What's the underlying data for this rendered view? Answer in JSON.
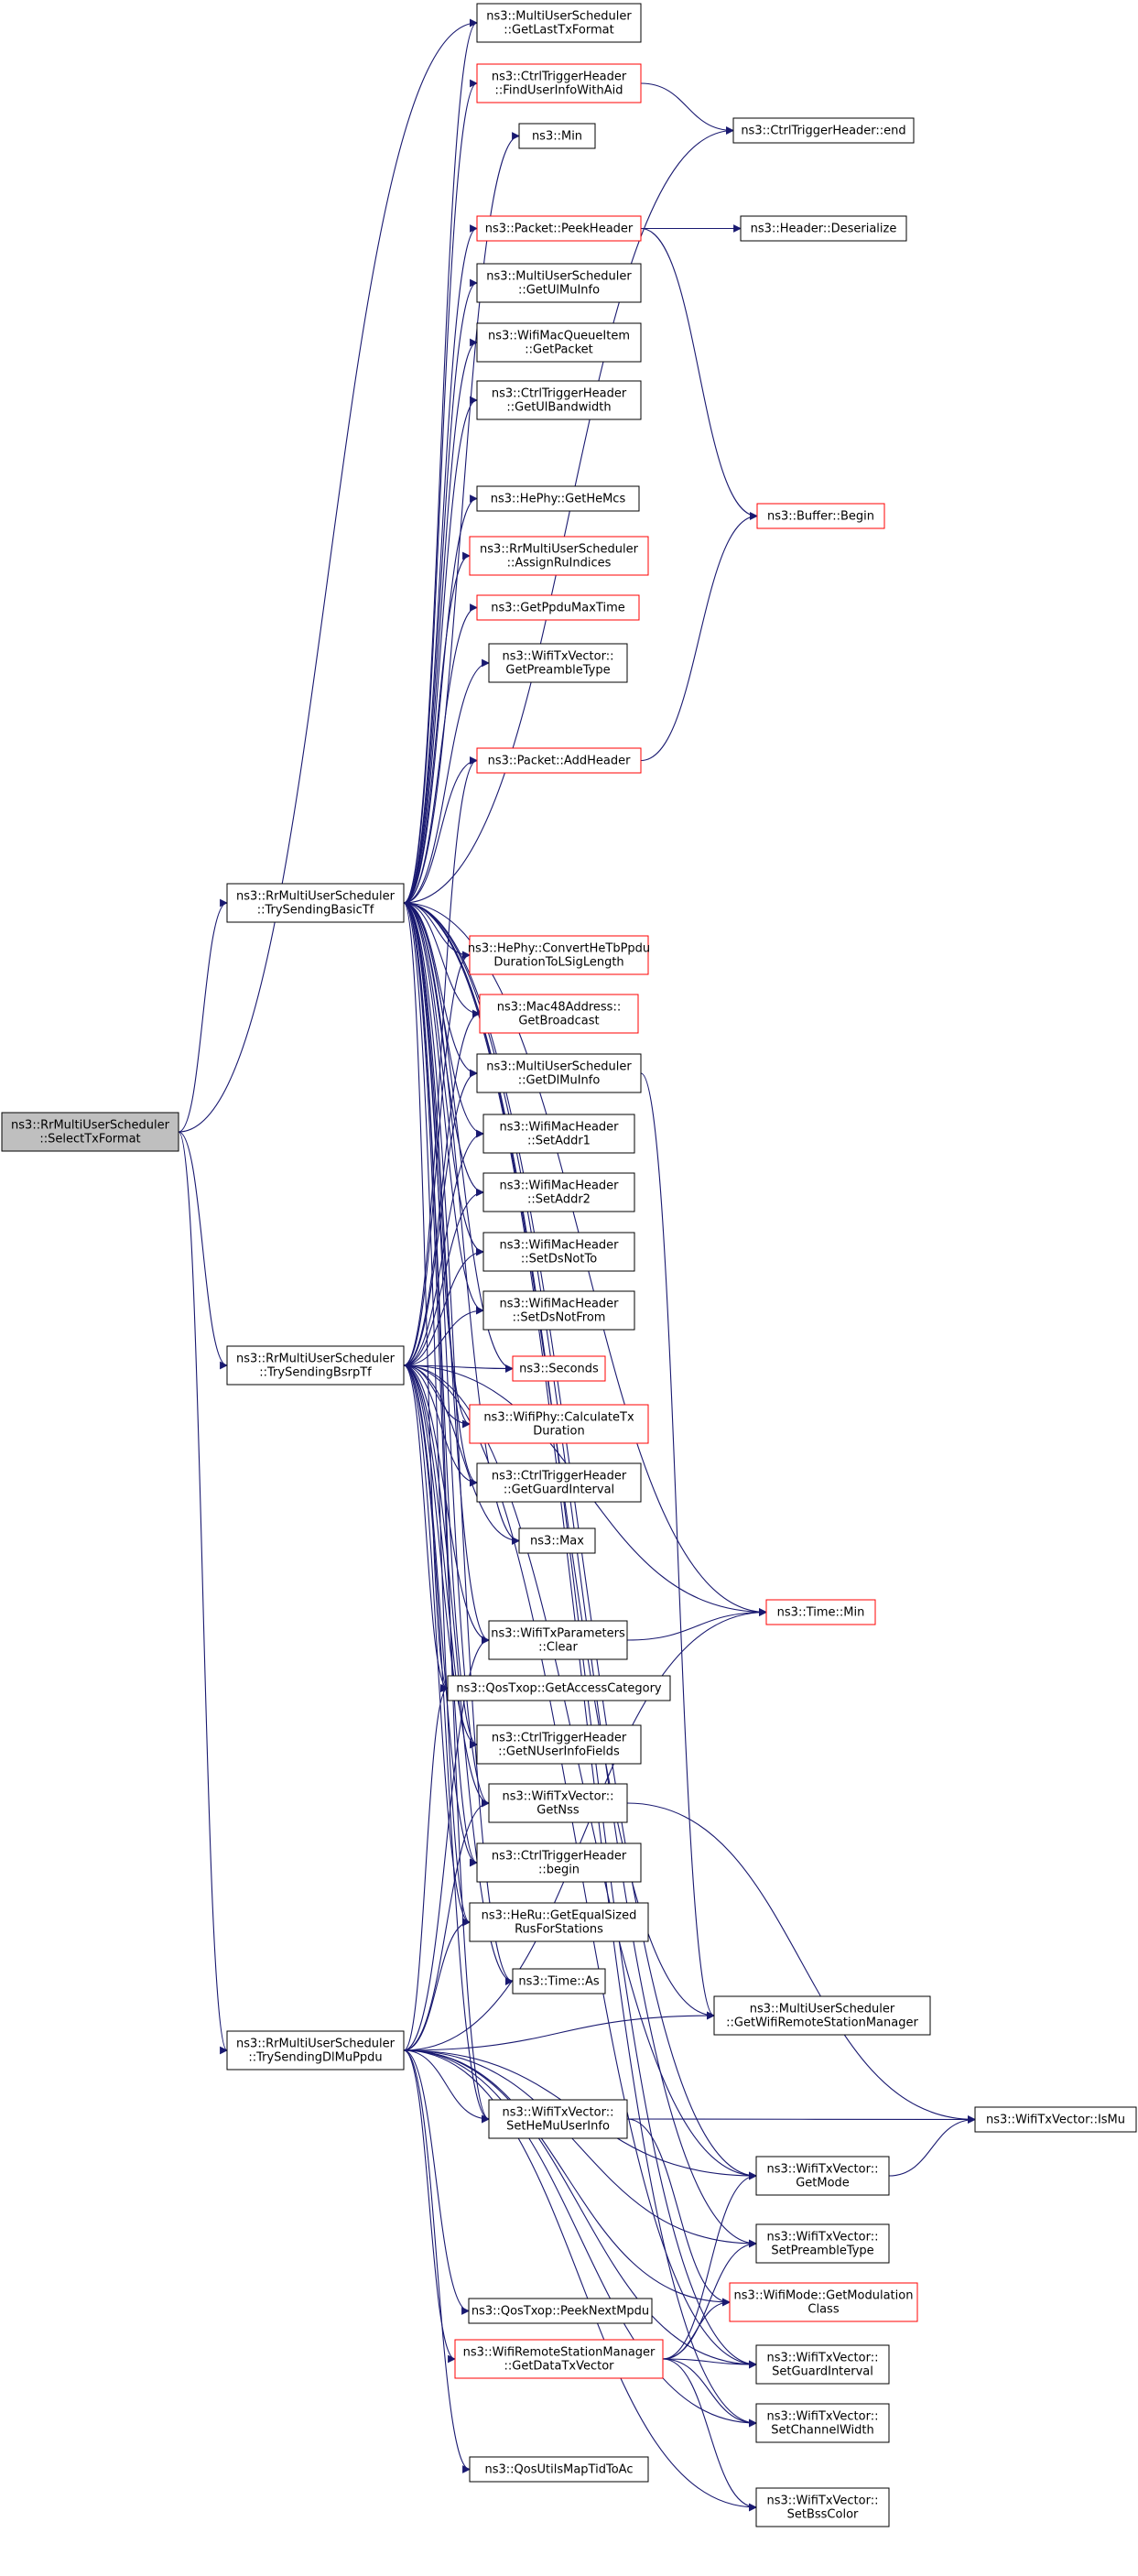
{
  "diagram": {
    "nodes": [
      {
        "id": "root",
        "lines": [
          "ns3::RrMultiUserScheduler",
          "::SelectTxFormat"
        ],
        "style": "root"
      },
      {
        "id": "basic",
        "lines": [
          "ns3::RrMultiUserScheduler",
          "::TrySendingBasicTf"
        ],
        "style": "plain"
      },
      {
        "id": "bsrp",
        "lines": [
          "ns3::RrMultiUserScheduler",
          "::TrySendingBsrpTf"
        ],
        "style": "plain"
      },
      {
        "id": "dlmu",
        "lines": [
          "ns3::RrMultiUserScheduler",
          "::TrySendingDlMuPpdu"
        ],
        "style": "plain"
      },
      {
        "id": "getLastTxFormat",
        "lines": [
          "ns3::MultiUserScheduler",
          "::GetLastTxFormat"
        ],
        "style": "plain"
      },
      {
        "id": "findUserInfo",
        "lines": [
          "ns3::CtrlTriggerHeader",
          "::FindUserInfoWithAid"
        ],
        "style": "red"
      },
      {
        "id": "min",
        "lines": [
          "ns3::Min"
        ],
        "style": "plain"
      },
      {
        "id": "ctrlEnd",
        "lines": [
          "ns3::CtrlTriggerHeader::end"
        ],
        "style": "plain"
      },
      {
        "id": "peekHeader",
        "lines": [
          "ns3::Packet::PeekHeader"
        ],
        "style": "red"
      },
      {
        "id": "deserialize",
        "lines": [
          "ns3::Header::Deserialize"
        ],
        "style": "plain"
      },
      {
        "id": "getUlMuInfo",
        "lines": [
          "ns3::MultiUserScheduler",
          "::GetUlMuInfo"
        ],
        "style": "plain"
      },
      {
        "id": "getPacket",
        "lines": [
          "ns3::WifiMacQueueItem",
          "::GetPacket"
        ],
        "style": "plain"
      },
      {
        "id": "getUlBandwidth",
        "lines": [
          "ns3::CtrlTriggerHeader",
          "::GetUlBandwidth"
        ],
        "style": "plain"
      },
      {
        "id": "getHeMcs",
        "lines": [
          "ns3::HePhy::GetHeMcs"
        ],
        "style": "plain"
      },
      {
        "id": "bufferBegin",
        "lines": [
          "ns3::Buffer::Begin"
        ],
        "style": "red"
      },
      {
        "id": "assignRuIndices",
        "lines": [
          "ns3::RrMultiUserScheduler",
          "::AssignRuIndices"
        ],
        "style": "red"
      },
      {
        "id": "getPpduMaxTime",
        "lines": [
          "ns3::GetPpduMaxTime"
        ],
        "style": "red"
      },
      {
        "id": "getPreambleType",
        "lines": [
          "ns3::WifiTxVector::",
          "GetPreambleType"
        ],
        "style": "plain"
      },
      {
        "id": "addHeader",
        "lines": [
          "ns3::Packet::AddHeader"
        ],
        "style": "red"
      },
      {
        "id": "convertHeTb",
        "lines": [
          "ns3::HePhy::ConvertHeTbPpdu",
          "DurationToLSigLength"
        ],
        "style": "red"
      },
      {
        "id": "getBroadcast",
        "lines": [
          "ns3::Mac48Address::",
          "GetBroadcast"
        ],
        "style": "red"
      },
      {
        "id": "getDlMuInfo",
        "lines": [
          "ns3::MultiUserScheduler",
          "::GetDlMuInfo"
        ],
        "style": "plain"
      },
      {
        "id": "setAddr1",
        "lines": [
          "ns3::WifiMacHeader",
          "::SetAddr1"
        ],
        "style": "plain"
      },
      {
        "id": "setAddr2",
        "lines": [
          "ns3::WifiMacHeader",
          "::SetAddr2"
        ],
        "style": "plain"
      },
      {
        "id": "setDsNotTo",
        "lines": [
          "ns3::WifiMacHeader",
          "::SetDsNotTo"
        ],
        "style": "plain"
      },
      {
        "id": "setDsNotFrom",
        "lines": [
          "ns3::WifiMacHeader",
          "::SetDsNotFrom"
        ],
        "style": "plain"
      },
      {
        "id": "seconds",
        "lines": [
          "ns3::Seconds"
        ],
        "style": "red"
      },
      {
        "id": "calcTxDuration",
        "lines": [
          "ns3::WifiPhy::CalculateTx",
          "Duration"
        ],
        "style": "red"
      },
      {
        "id": "getGuardInterval",
        "lines": [
          "ns3::CtrlTriggerHeader",
          "::GetGuardInterval"
        ],
        "style": "plain"
      },
      {
        "id": "max",
        "lines": [
          "ns3::Max"
        ],
        "style": "plain"
      },
      {
        "id": "timeMin",
        "lines": [
          "ns3::Time::Min"
        ],
        "style": "red"
      },
      {
        "id": "txParamsClear",
        "lines": [
          "ns3::WifiTxParameters",
          "::Clear"
        ],
        "style": "plain"
      },
      {
        "id": "getAccessCategory",
        "lines": [
          "ns3::QosTxop::GetAccessCategory"
        ],
        "style": "plain"
      },
      {
        "id": "getNUserInfoFields",
        "lines": [
          "ns3::CtrlTriggerHeader",
          "::GetNUserInfoFields"
        ],
        "style": "plain"
      },
      {
        "id": "getNss",
        "lines": [
          "ns3::WifiTxVector::",
          "GetNss"
        ],
        "style": "plain"
      },
      {
        "id": "ctrlBegin",
        "lines": [
          "ns3::CtrlTriggerHeader",
          "::begin"
        ],
        "style": "plain"
      },
      {
        "id": "getEqualSizedRus",
        "lines": [
          "ns3::HeRu::GetEqualSized",
          "RusForStations"
        ],
        "style": "plain"
      },
      {
        "id": "timeAs",
        "lines": [
          "ns3::Time::As"
        ],
        "style": "plain"
      },
      {
        "id": "getWifiRsm",
        "lines": [
          "ns3::MultiUserScheduler",
          "::GetWifiRemoteStationManager"
        ],
        "style": "plain"
      },
      {
        "id": "isMu",
        "lines": [
          "ns3::WifiTxVector::IsMu"
        ],
        "style": "plain"
      },
      {
        "id": "setHeMuUserInfo",
        "lines": [
          "ns3::WifiTxVector::",
          "SetHeMuUserInfo"
        ],
        "style": "plain"
      },
      {
        "id": "getMode",
        "lines": [
          "ns3::WifiTxVector::",
          "GetMode"
        ],
        "style": "plain"
      },
      {
        "id": "setPreambleType",
        "lines": [
          "ns3::WifiTxVector::",
          "SetPreambleType"
        ],
        "style": "plain"
      },
      {
        "id": "getModulationClass",
        "lines": [
          "ns3::WifiMode::GetModulation",
          "Class"
        ],
        "style": "red"
      },
      {
        "id": "peekNextMpdu",
        "lines": [
          "ns3::QosTxop::PeekNextMpdu"
        ],
        "style": "plain"
      },
      {
        "id": "getDataTxVector",
        "lines": [
          "ns3::WifiRemoteStationManager",
          "::GetDataTxVector"
        ],
        "style": "red"
      },
      {
        "id": "setGuardInterval",
        "lines": [
          "ns3::WifiTxVector::",
          "SetGuardInterval"
        ],
        "style": "plain"
      },
      {
        "id": "setChannelWidth",
        "lines": [
          "ns3::WifiTxVector::",
          "SetChannelWidth"
        ],
        "style": "plain"
      },
      {
        "id": "qosUtilsMap",
        "lines": [
          "ns3::QosUtilsMapTidToAc"
        ],
        "style": "plain"
      },
      {
        "id": "setBssColor",
        "lines": [
          "ns3::WifiTxVector::",
          "SetBssColor"
        ],
        "style": "plain"
      }
    ],
    "edges": [
      [
        "root",
        "basic"
      ],
      [
        "root",
        "bsrp"
      ],
      [
        "root",
        "dlmu"
      ],
      [
        "root",
        "getLastTxFormat"
      ],
      [
        "basic",
        "getLastTxFormat"
      ],
      [
        "basic",
        "findUserInfo"
      ],
      [
        "basic",
        "min"
      ],
      [
        "basic",
        "ctrlEnd"
      ],
      [
        "basic",
        "peekHeader"
      ],
      [
        "basic",
        "getUlMuInfo"
      ],
      [
        "basic",
        "getPacket"
      ],
      [
        "basic",
        "getUlBandwidth"
      ],
      [
        "basic",
        "getHeMcs"
      ],
      [
        "basic",
        "assignRuIndices"
      ],
      [
        "basic",
        "getPpduMaxTime"
      ],
      [
        "basic",
        "getPreambleType"
      ],
      [
        "basic",
        "addHeader"
      ],
      [
        "basic",
        "convertHeTb"
      ],
      [
        "basic",
        "getBroadcast"
      ],
      [
        "basic",
        "getDlMuInfo"
      ],
      [
        "basic",
        "setAddr1"
      ],
      [
        "basic",
        "setAddr2"
      ],
      [
        "basic",
        "setDsNotTo"
      ],
      [
        "basic",
        "setDsNotFrom"
      ],
      [
        "basic",
        "seconds"
      ],
      [
        "basic",
        "calcTxDuration"
      ],
      [
        "basic",
        "getGuardInterval"
      ],
      [
        "basic",
        "max"
      ],
      [
        "basic",
        "timeMin"
      ],
      [
        "basic",
        "txParamsClear"
      ],
      [
        "basic",
        "getAccessCategory"
      ],
      [
        "basic",
        "getNUserInfoFields"
      ],
      [
        "basic",
        "getNss"
      ],
      [
        "basic",
        "ctrlBegin"
      ],
      [
        "basic",
        "getEqualSizedRus"
      ],
      [
        "basic",
        "timeAs"
      ],
      [
        "basic",
        "getWifiRsm"
      ],
      [
        "basic",
        "setHeMuUserInfo"
      ],
      [
        "basic",
        "getMode"
      ],
      [
        "basic",
        "setGuardInterval"
      ],
      [
        "basic",
        "setChannelWidth"
      ],
      [
        "basic",
        "setPreambleType"
      ],
      [
        "bsrp",
        "addHeader"
      ],
      [
        "bsrp",
        "convertHeTb"
      ],
      [
        "bsrp",
        "getBroadcast"
      ],
      [
        "bsrp",
        "getDlMuInfo"
      ],
      [
        "bsrp",
        "setAddr1"
      ],
      [
        "bsrp",
        "setAddr2"
      ],
      [
        "bsrp",
        "setDsNotTo"
      ],
      [
        "bsrp",
        "setDsNotFrom"
      ],
      [
        "bsrp",
        "seconds"
      ],
      [
        "bsrp",
        "calcTxDuration"
      ],
      [
        "bsrp",
        "getGuardInterval"
      ],
      [
        "bsrp",
        "max"
      ],
      [
        "bsrp",
        "timeMin"
      ],
      [
        "bsrp",
        "txParamsClear"
      ],
      [
        "bsrp",
        "getAccessCategory"
      ],
      [
        "bsrp",
        "getNUserInfoFields"
      ],
      [
        "bsrp",
        "getNss"
      ],
      [
        "bsrp",
        "ctrlBegin"
      ],
      [
        "bsrp",
        "getEqualSizedRus"
      ],
      [
        "bsrp",
        "timeAs"
      ],
      [
        "bsrp",
        "setHeMuUserInfo"
      ],
      [
        "bsrp",
        "getMode"
      ],
      [
        "bsrp",
        "setGuardInterval"
      ],
      [
        "dlmu",
        "txParamsClear"
      ],
      [
        "dlmu",
        "getAccessCategory"
      ],
      [
        "dlmu",
        "getNss"
      ],
      [
        "dlmu",
        "getEqualSizedRus"
      ],
      [
        "dlmu",
        "timeMin"
      ],
      [
        "dlmu",
        "getWifiRsm"
      ],
      [
        "dlmu",
        "setHeMuUserInfo"
      ],
      [
        "dlmu",
        "getMode"
      ],
      [
        "dlmu",
        "setPreambleType"
      ],
      [
        "dlmu",
        "peekNextMpdu"
      ],
      [
        "dlmu",
        "getDataTxVector"
      ],
      [
        "dlmu",
        "setGuardInterval"
      ],
      [
        "dlmu",
        "qosUtilsMap"
      ],
      [
        "dlmu",
        "setChannelWidth"
      ],
      [
        "dlmu",
        "setBssColor"
      ],
      [
        "dlmu",
        "getModulationClass"
      ],
      [
        "findUserInfo",
        "ctrlEnd"
      ],
      [
        "peekHeader",
        "deserialize"
      ],
      [
        "peekHeader",
        "bufferBegin"
      ],
      [
        "addHeader",
        "bufferBegin"
      ],
      [
        "getDlMuInfo",
        "getWifiRsm"
      ],
      [
        "txParamsClear",
        "timeMin"
      ],
      [
        "getNss",
        "isMu"
      ],
      [
        "setHeMuUserInfo",
        "isMu"
      ],
      [
        "setHeMuUserInfo",
        "getModulationClass"
      ],
      [
        "getMode",
        "isMu"
      ],
      [
        "getDataTxVector",
        "getMode"
      ],
      [
        "getDataTxVector",
        "setPreambleType"
      ],
      [
        "getDataTxVector",
        "getModulationClass"
      ],
      [
        "getDataTxVector",
        "setGuardInterval"
      ],
      [
        "getDataTxVector",
        "setChannelWidth"
      ],
      [
        "getDataTxVector",
        "setBssColor"
      ]
    ]
  }
}
